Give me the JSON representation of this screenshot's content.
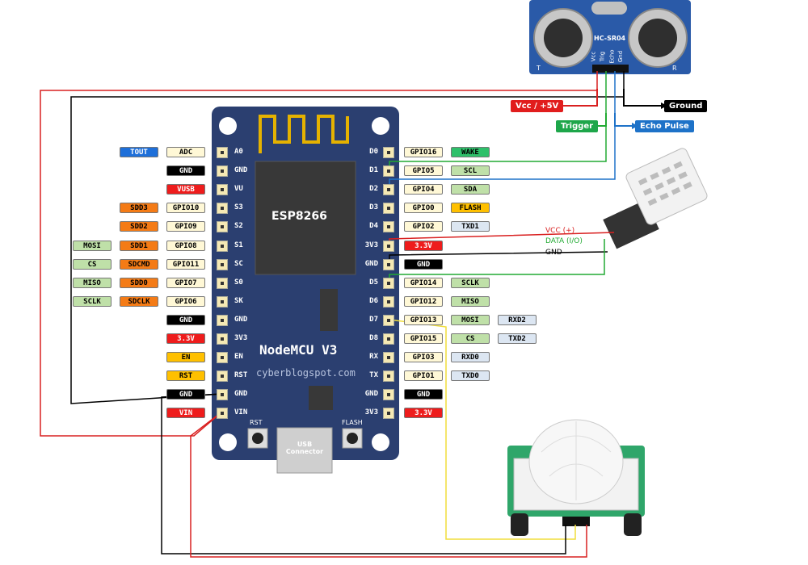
{
  "board": {
    "mcu": "ESP8266",
    "name": "NodeMCU V3",
    "watermark": "cyberblogspot.com",
    "usb": "USB\nConnector",
    "rst": "RST",
    "flash": "FLASH"
  },
  "left_pins": [
    "A0",
    "GND",
    "VU",
    "S3",
    "S2",
    "S1",
    "SC",
    "S0",
    "SK",
    "GND",
    "3V3",
    "EN",
    "RST",
    "GND",
    "VIN"
  ],
  "right_pins": [
    "D0",
    "D1",
    "D2",
    "D3",
    "D4",
    "3V3",
    "GND",
    "D5",
    "D6",
    "D7",
    "D8",
    "RX",
    "TX",
    "GND",
    "3V3"
  ],
  "left_labels": [
    [
      {
        "t": "TOUT",
        "c": "blue"
      },
      {
        "t": "ADC",
        "c": "cream"
      }
    ],
    [
      {
        "t": "GND",
        "c": "blk"
      }
    ],
    [
      {
        "t": "VUSB",
        "c": "red"
      }
    ],
    [
      {
        "t": "SDD3",
        "c": "org"
      },
      {
        "t": "GPIO10",
        "c": "cream"
      }
    ],
    [
      {
        "t": "SDD2",
        "c": "org"
      },
      {
        "t": "GPIO9",
        "c": "cream"
      }
    ],
    [
      {
        "t": "MOSI",
        "c": "grn"
      },
      {
        "t": "SDD1",
        "c": "org"
      },
      {
        "t": "GPIO8",
        "c": "cream"
      }
    ],
    [
      {
        "t": "CS",
        "c": "grn"
      },
      {
        "t": "SDCMD",
        "c": "org"
      },
      {
        "t": "GPIO11",
        "c": "cream"
      }
    ],
    [
      {
        "t": "MISO",
        "c": "grn"
      },
      {
        "t": "SDD0",
        "c": "org"
      },
      {
        "t": "GPIO7",
        "c": "cream"
      }
    ],
    [
      {
        "t": "SCLK",
        "c": "grn"
      },
      {
        "t": "SDCLK",
        "c": "org"
      },
      {
        "t": "GPIO6",
        "c": "cream"
      }
    ],
    [
      {
        "t": "GND",
        "c": "blk"
      }
    ],
    [
      {
        "t": "3.3V",
        "c": "red"
      }
    ],
    [
      {
        "t": "EN",
        "c": "yel"
      }
    ],
    [
      {
        "t": "RST",
        "c": "yel"
      }
    ],
    [
      {
        "t": "GND",
        "c": "blk"
      }
    ],
    [
      {
        "t": "VIN",
        "c": "red"
      }
    ]
  ],
  "right_labels": [
    [
      {
        "t": "GPIO16",
        "c": "cream"
      },
      {
        "t": "WAKE",
        "c": "teal"
      }
    ],
    [
      {
        "t": "GPIO5",
        "c": "cream"
      },
      {
        "t": "SCL",
        "c": "grn"
      }
    ],
    [
      {
        "t": "GPIO4",
        "c": "cream"
      },
      {
        "t": "SDA",
        "c": "grn"
      }
    ],
    [
      {
        "t": "GPIO0",
        "c": "cream"
      },
      {
        "t": "FLASH",
        "c": "yel"
      }
    ],
    [
      {
        "t": "GPIO2",
        "c": "cream"
      },
      {
        "t": "TXD1",
        "c": "lblue"
      }
    ],
    [
      {
        "t": "3.3V",
        "c": "red"
      }
    ],
    [
      {
        "t": "GND",
        "c": "blk"
      }
    ],
    [
      {
        "t": "GPIO14",
        "c": "cream"
      },
      {
        "t": "SCLK",
        "c": "grn"
      }
    ],
    [
      {
        "t": "GPIO12",
        "c": "cream"
      },
      {
        "t": "MISO",
        "c": "grn"
      }
    ],
    [
      {
        "t": "GPIO13",
        "c": "cream"
      },
      {
        "t": "MOSI",
        "c": "grn"
      },
      {
        "t": "RXD2",
        "c": "lblue"
      }
    ],
    [
      {
        "t": "GPIO15",
        "c": "cream"
      },
      {
        "t": "CS",
        "c": "grn"
      },
      {
        "t": "TXD2",
        "c": "lblue"
      }
    ],
    [
      {
        "t": "GPIO3",
        "c": "cream"
      },
      {
        "t": "RXD0",
        "c": "lblue"
      }
    ],
    [
      {
        "t": "GPIO1",
        "c": "cream"
      },
      {
        "t": "TXD0",
        "c": "lblue"
      }
    ],
    [
      {
        "t": "GND",
        "c": "blk"
      }
    ],
    [
      {
        "t": "3.3V",
        "c": "red"
      }
    ]
  ],
  "hcsr04": {
    "model": "HC-SR04",
    "pins": [
      "Vcc",
      "Trig",
      "Echo",
      "Gnd"
    ],
    "t": "T",
    "r": "R"
  },
  "annotations": {
    "vcc": "Vcc / +5V",
    "ground": "Ground",
    "trigger": "Trigger",
    "echo": "Echo Pulse"
  },
  "dht": {
    "vcc": "VCC (+)",
    "data": "DATA (I/O)",
    "gnd": "GND"
  }
}
